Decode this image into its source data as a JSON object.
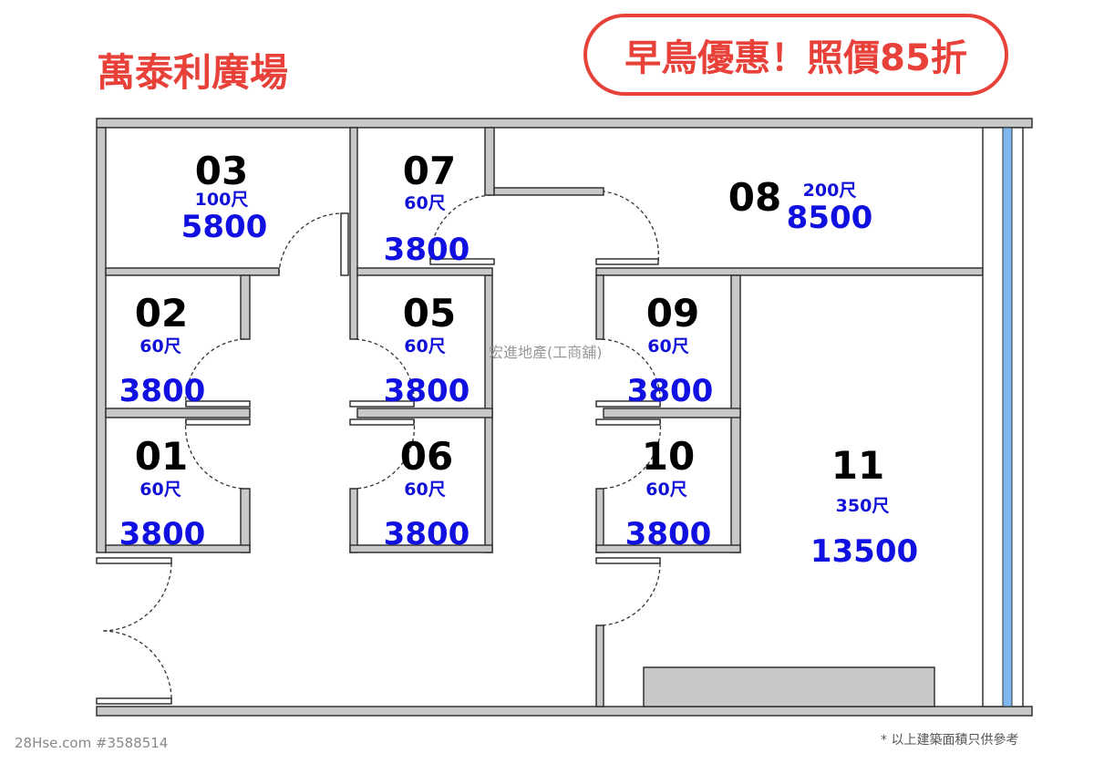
{
  "title": "萬泰利廣場",
  "promo": "早鳥優惠！照價85折",
  "agent": "宏進地產(工商舖)",
  "watermark": "28Hse.com #3588514",
  "note": "* 以上建築面積只供參考",
  "colors": {
    "accent": "#e8413a",
    "price": "#1010e0",
    "window": "#7fb8f0"
  },
  "units": [
    {
      "id": "03",
      "area": "100尺",
      "price": "5800"
    },
    {
      "id": "07",
      "area": "60尺",
      "price": "3800"
    },
    {
      "id": "08",
      "area": "200尺",
      "price": "8500"
    },
    {
      "id": "02",
      "area": "60尺",
      "price": "3800"
    },
    {
      "id": "05",
      "area": "60尺",
      "price": "3800"
    },
    {
      "id": "09",
      "area": "60尺",
      "price": "3800"
    },
    {
      "id": "01",
      "area": "60尺",
      "price": "3800"
    },
    {
      "id": "06",
      "area": "60尺",
      "price": "3800"
    },
    {
      "id": "10",
      "area": "60尺",
      "price": "3800"
    },
    {
      "id": "11",
      "area": "350尺",
      "price": "13500"
    }
  ]
}
